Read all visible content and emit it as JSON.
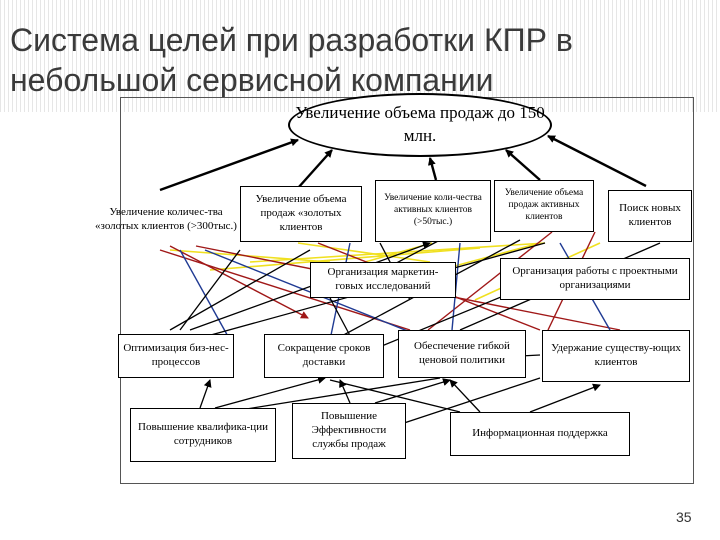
{
  "slide": {
    "title": "Система целей при разработки КПР в небольшой сервисной компании",
    "page_number": "35"
  },
  "goal_tree": {
    "main_goal": "Увеличение объема продаж до 150 млн.",
    "level2": {
      "gold_clients_count": "Увеличение количес-тва «золотых клиентов (>300тыс.)",
      "gold_clients_sales": "Увеличение объема продаж «золотых клиентов",
      "active_clients_count": "Увеличение коли-чества активных клиентов (>50тыс.)",
      "active_clients_sales": "Увеличение объема продаж активных клиентов",
      "new_clients": "Поиск новых клиентов"
    },
    "level3": {
      "marketing_research": "Организация маркетин-говых исследований",
      "project_org_work": "Организация работы с проектными организациями"
    },
    "level4": {
      "process_optimization": "Оптимизация биз-нес-процессов",
      "delivery_time": "Сокращение сроков доставки",
      "flexible_pricing": "Обеспечение гибкой ценовой политики",
      "client_retention": "Удержание существу-ющих клиентов"
    },
    "level5": {
      "staff_qualification": "Повышение квалифика-ции сотрудников",
      "sales_efficiency": "Повышение Эффективности службы продаж",
      "info_support": "Информационная поддержка"
    }
  },
  "colors": {
    "link_black": "#000000",
    "link_blue": "#1f3a93",
    "link_red": "#a01818",
    "link_yellow": "#f0e020"
  }
}
